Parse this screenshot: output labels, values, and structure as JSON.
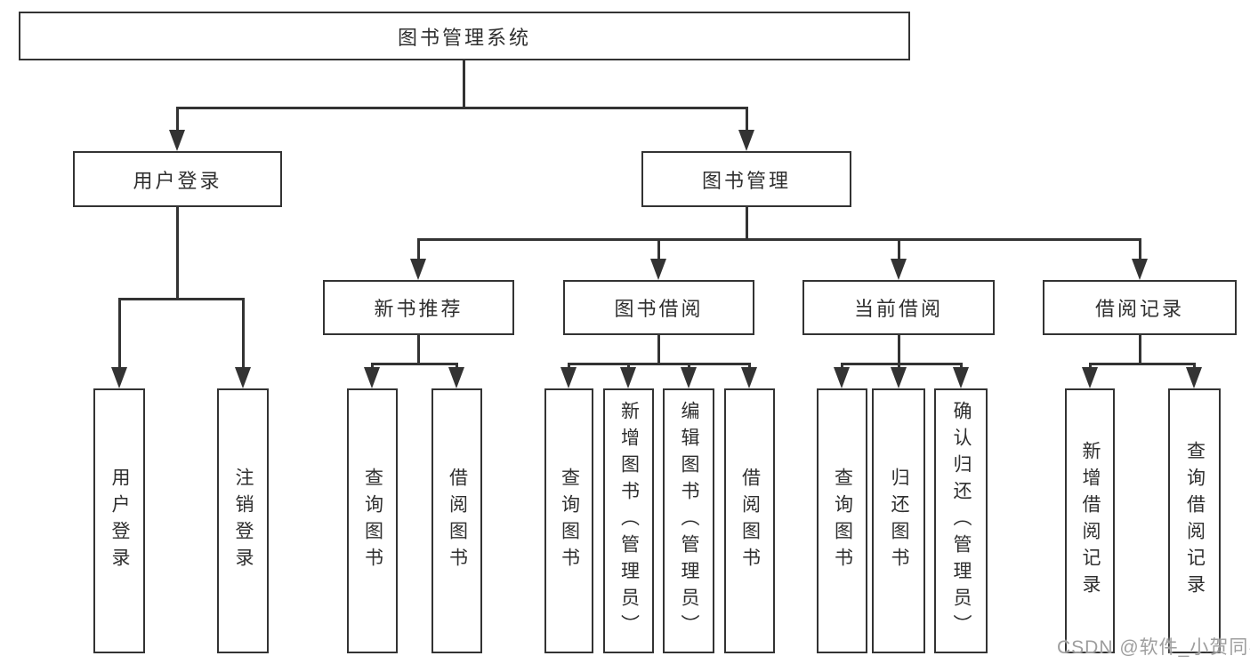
{
  "colors": {
    "background": "#ffffff",
    "line": "#333333",
    "box_border": "#333333",
    "text": "#2f2f2f",
    "watermark": "#9e9e9e"
  },
  "tree": {
    "label": "图书管理系统",
    "children": [
      {
        "label": "用户登录",
        "children": [
          {
            "label": "用户登录"
          },
          {
            "label": "注销登录"
          }
        ]
      },
      {
        "label": "图书管理",
        "children": [
          {
            "label": "新书推荐",
            "children": [
              {
                "label": "查询图书"
              },
              {
                "label": "借阅图书"
              }
            ]
          },
          {
            "label": "图书借阅",
            "children": [
              {
                "label": "查询图书"
              },
              {
                "label": "新增图书（管理员）"
              },
              {
                "label": "编辑图书（管理员）"
              },
              {
                "label": "借阅图书"
              }
            ]
          },
          {
            "label": "当前借阅",
            "children": [
              {
                "label": "查询图书"
              },
              {
                "label": "归还图书"
              },
              {
                "label": "确认归还（管理员）"
              }
            ]
          },
          {
            "label": "借阅记录",
            "children": [
              {
                "label": "新增借阅记录"
              },
              {
                "label": "查询借阅记录"
              }
            ]
          }
        ]
      }
    ]
  },
  "watermark": {
    "text": "CSDN @软件_小贺同学"
  }
}
